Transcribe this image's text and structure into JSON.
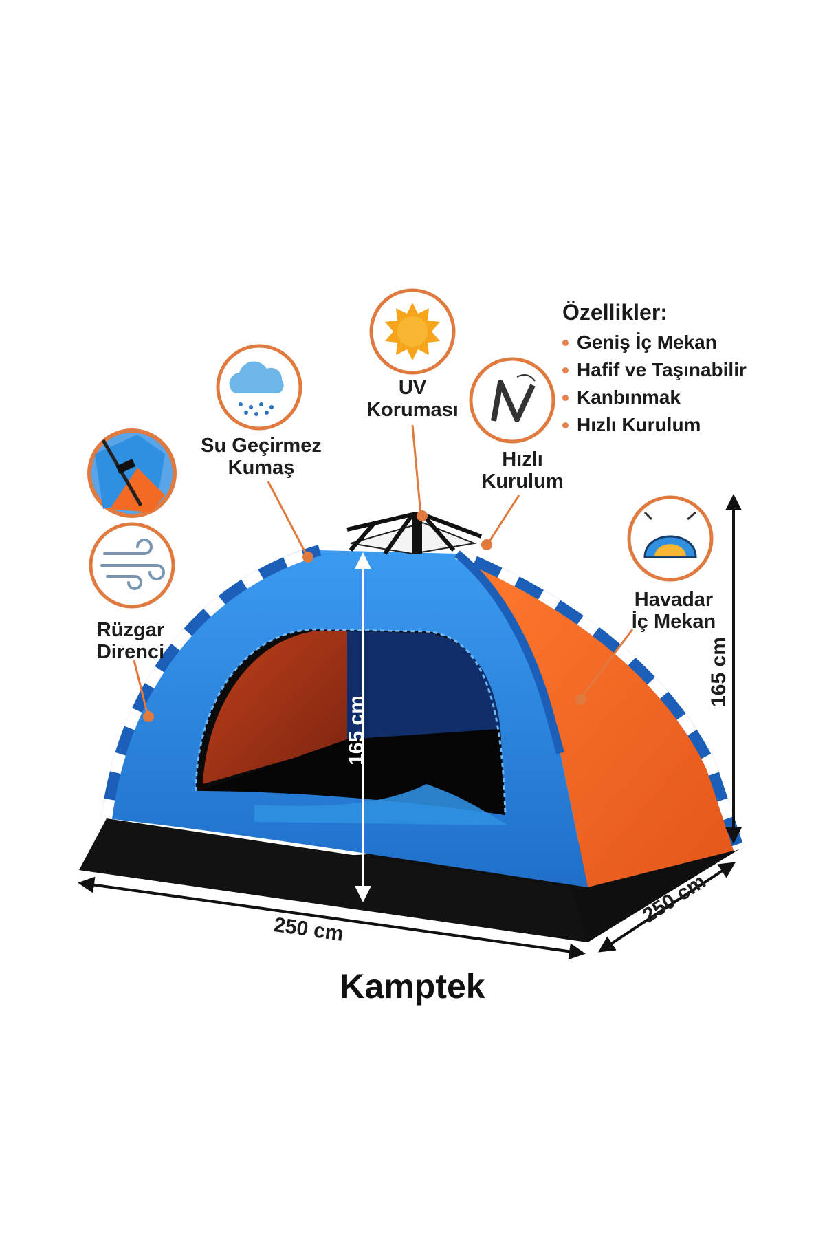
{
  "features": {
    "title": "Özellikler:",
    "items": [
      "Geniş İç Mekan",
      "Hafif ve Taşınabilir",
      "Kanbınmak",
      "Hızlı Kurulum"
    ],
    "bullet_color": "#e8834a"
  },
  "callouts": {
    "su_gecirmez": [
      "Su Geçirmez",
      "Kumaş"
    ],
    "uv": [
      "UV",
      "Koruması"
    ],
    "hizli": [
      "Hızlı",
      "Kurulum"
    ],
    "ruzgar": [
      "Rüzgar",
      "Direnci"
    ],
    "havadar": [
      "Havadar",
      "İç Mekan"
    ]
  },
  "dimensions": {
    "height_inner": "165 cm",
    "height_outer": "165 cm",
    "width_front": "250 cm",
    "depth_side": "250 cm"
  },
  "brand": "Kamptek",
  "colors": {
    "tent_blue": "#2f8fe0",
    "tent_orange": "#f26a23",
    "tent_base": "#0f0f10",
    "callout_ring": "#e07a3e"
  },
  "icons": [
    "rain-cloud-icon",
    "sun-icon",
    "folding-pole-icon",
    "wind-icon",
    "dome-ventilation-icon",
    "pole-clip-detail-icon"
  ]
}
